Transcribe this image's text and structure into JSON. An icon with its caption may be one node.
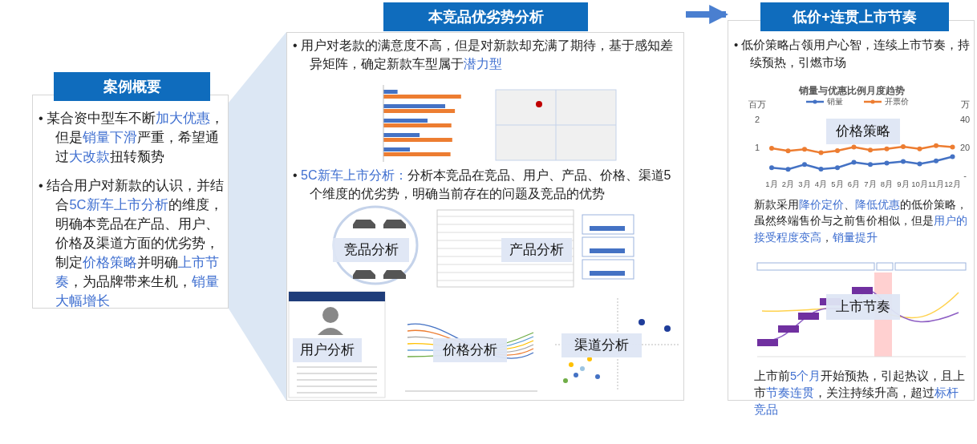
{
  "diagram": {
    "nodes": [
      {
        "text": [
          "案例概要",
          "• 某合资中型车不断**加大优惠**，但是**销量下滑**严重，希望通过**大改款**扭转颓势",
          "• 结合用户对新款的认识，并结合**5C新车上市分析**的维度，明确本竞品在产品、用户、价格及渠道方面的优劣势，制定**价格策略**并明确**上市节奏**，为品牌带来生机，**销量大幅增长**"
        ]
      },
      {
        "text": [
          "本竞品优劣势分析",
          "• 用户对老款的满意度不高，但是对新款却充满了期待，基于感知差异矩阵，确定新款车型属于**潜力型**",
          "• **5C新车上市分析：**分析本竞品在竞品、用户、产品、价格、渠道5个维度的优劣势，明确当前存在的问题及竞品的优势"
        ]
      },
      {
        "text": [
          "竞品分析"
        ],
        "in": 1
      },
      {
        "text": [
          "产品分析"
        ],
        "in": 1
      },
      {
        "text": [
          "用户分析"
        ],
        "in": 1
      },
      {
        "text": [
          "价格分析"
        ],
        "in": 1
      },
      {
        "text": [
          "渠道分析"
        ],
        "in": 1
      },
      {
        "text": [
          "低价+连贯上市节奏",
          "• 低价策略占领用户心智，连续上市节奏，持续预热，引燃市场",
          "新款采用**降价定价**、**降低优惠**的低价策略，虽然终端售价与之前售价相似，但是**用户的接受程度变高**，**销量提升**",
          "上市前**5个月**开始预热，引起热议，且上市**节奏连贯**，关注持续升高，超过**标杆竞品**"
        ]
      },
      {
        "text": [
          "价格策略"
        ],
        "in": 7
      },
      {
        "text": [
          "上市节奏"
        ],
        "in": 7
      }
    ],
    "edges": [
      {
        "from": 0,
        "to": 1,
        "arrow": "none"
      },
      {
        "from": 1,
        "to": 7,
        "arrow": "to"
      }
    ],
    "labels": [
      "销量与优惠比例月度趋势",
      "百万",
      "万",
      "2",
      "40",
      "1",
      "20",
      "-",
      "1月",
      "2月",
      "3月",
      "4月",
      "5月",
      "6月",
      "7月",
      "8月",
      "9月",
      "10月",
      "11月",
      "12月"
    ],
    "legend": [
      {
        "text": "销量"
      },
      {
        "text": "开票价"
      }
    ]
  }
}
